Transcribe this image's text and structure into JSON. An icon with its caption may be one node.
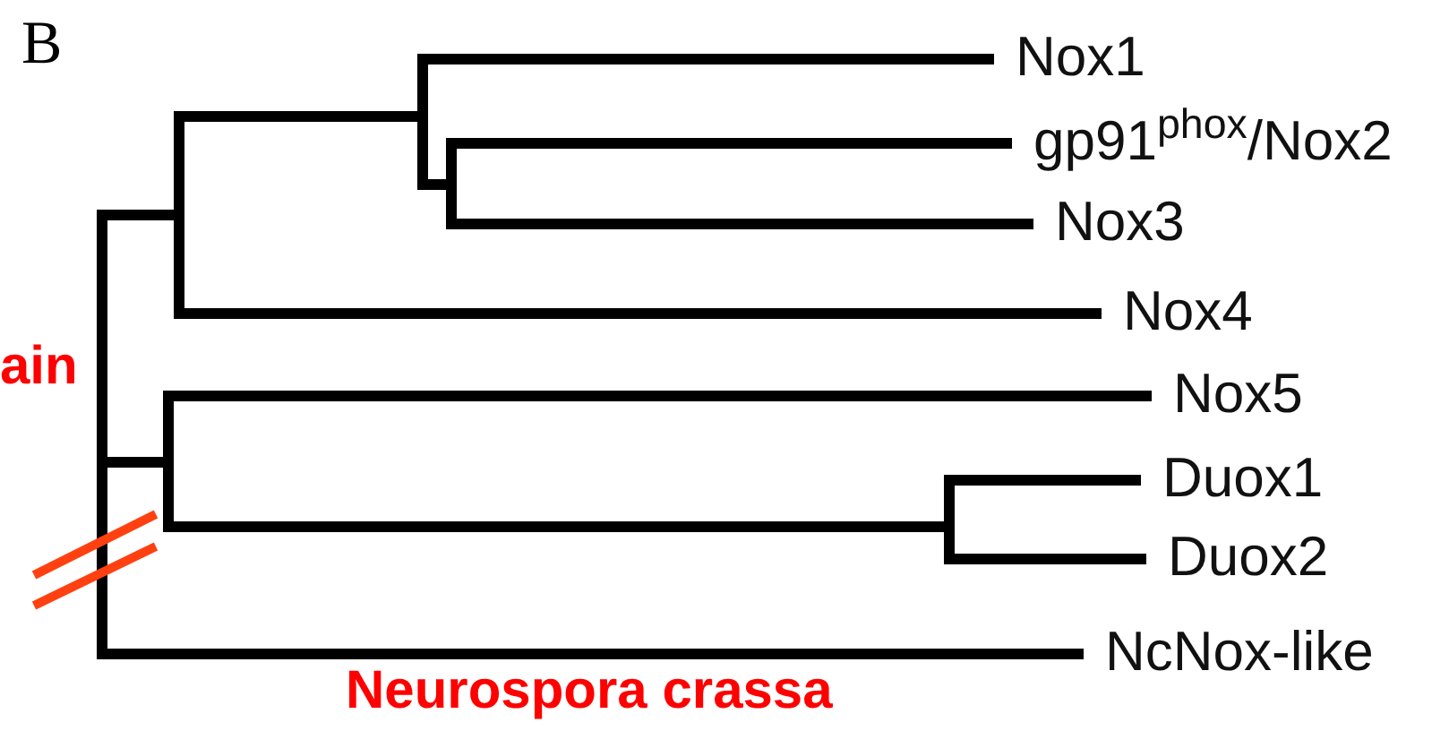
{
  "diagram": {
    "nodes": [
      {
        "text": [
          "Nox1"
        ]
      },
      {
        "text": [
          "gp91$^{phox}$/Nox2"
        ]
      },
      {
        "text": [
          "Nox3"
        ]
      },
      {
        "text": [
          "Nox4"
        ]
      },
      {
        "text": [
          "Nox5"
        ]
      },
      {
        "text": [
          "Duox1"
        ]
      },
      {
        "text": [
          "Duox2"
        ]
      },
      {
        "text": [
          "NcNox-like"
        ]
      }
    ],
    "edges": [
      {
        "from": null,
        "to": 0,
        "arrow": "none"
      },
      {
        "from": null,
        "to": 1,
        "arrow": "none"
      },
      {
        "from": null,
        "to": 2,
        "arrow": "none"
      },
      {
        "from": null,
        "to": 3,
        "arrow": "none"
      },
      {
        "from": null,
        "to": 4,
        "arrow": "none"
      },
      {
        "from": null,
        "to": 5,
        "arrow": "none"
      },
      {
        "from": null,
        "to": 6,
        "arrow": "none"
      },
      {
        "from": null,
        "to": 7,
        "arrow": "none"
      }
    ],
    "labels": [
      "B",
      "ain",
      "Neurospora crassa"
    ]
  }
}
